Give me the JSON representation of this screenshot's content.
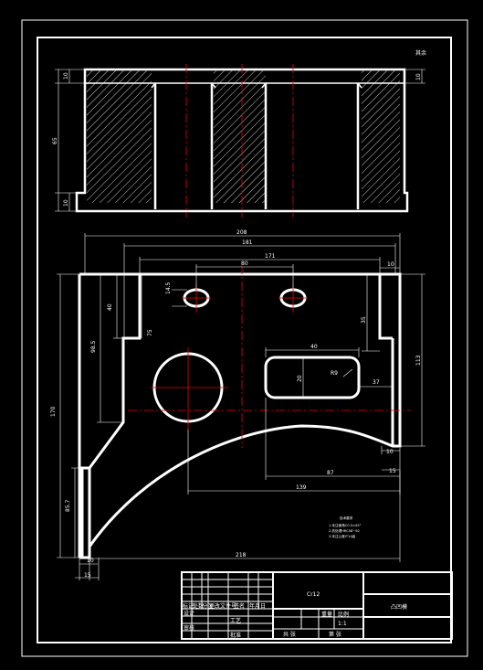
{
  "corner_note": "其余",
  "material": "Cr12",
  "part_name": "凸凹模",
  "dimensions": {
    "top_view": {
      "left_top": "10",
      "left_height": "65",
      "left_bottom": "10",
      "right_top": "10"
    },
    "front_view": {
      "overall_width": "208",
      "width_181": "181",
      "width_171": "171",
      "hole_spacing": "80",
      "hole_height": "14.5",
      "right_tab_width": "10",
      "left_40": "40",
      "left_98_5": "98.5",
      "left_75": "75",
      "overall_height": "170",
      "left_85_7": "85.7",
      "bottom_10": "10",
      "bottom_15": "15",
      "overall_bottom": "218",
      "slot_width": "40",
      "slot_height": "20",
      "slot_radius": "R9",
      "slot_37": "37",
      "right_35": "35",
      "right_113": "113",
      "right_bottom_10": "10",
      "right_bottom_15": "15",
      "dim_87": "87",
      "dim_139": "139"
    }
  },
  "tech_requirements": {
    "title": "技术要求",
    "lines": [
      "1.未注倒角C0.5×45°",
      "2.热处理HRC58~62",
      "3.未注公差IT14级"
    ]
  },
  "title_block": {
    "labels": [
      "标记",
      "处数",
      "分区",
      "更改文件号",
      "签名",
      "年月日",
      "设计",
      "审核",
      "工艺",
      "批准"
    ],
    "scale_label": "比例",
    "weight_label": "重量",
    "scale_value": "1:1",
    "sheet_label": "共 张",
    "sheet_of": "第 张"
  }
}
